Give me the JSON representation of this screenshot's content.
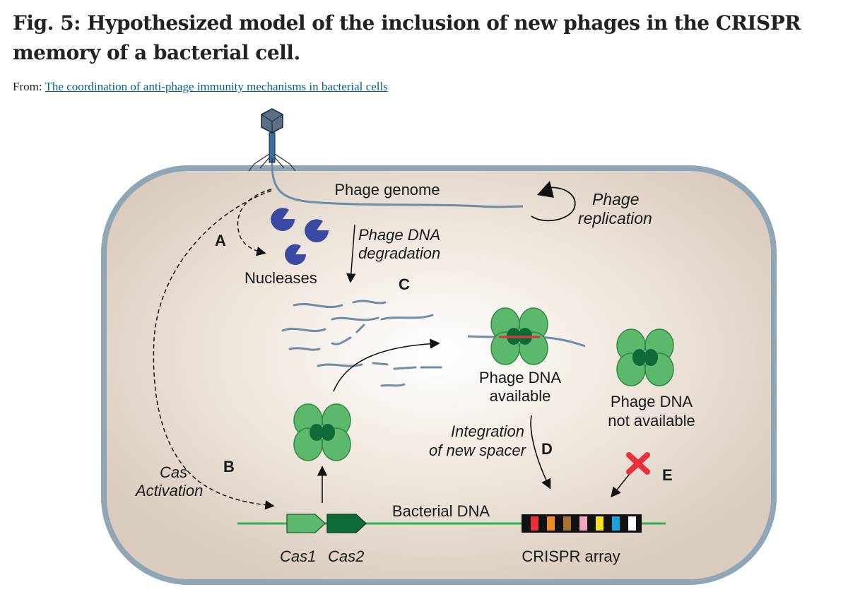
{
  "header": {
    "title": "Fig. 5: Hypothesized model of the inclusion of new phages in the CRISPR memory of a bacterial cell.",
    "source_prefix": "From: ",
    "source_link": "The coordination of anti-phage immunity mechanisms in bacterial cells"
  },
  "diagram": {
    "labels": {
      "phage_genome": "Phage genome",
      "phage_replication_1": "Phage",
      "phage_replication_2": "replication",
      "phage_dna_degradation_1": "Phage DNA",
      "phage_dna_degradation_2": "degradation",
      "nucleases": "Nucleases",
      "step_a": "A",
      "step_b": "B",
      "step_c": "C",
      "step_d": "D",
      "step_e": "E",
      "phage_dna_available_1": "Phage DNA",
      "phage_dna_available_2": "available",
      "phage_dna_not_available_1": "Phage DNA",
      "phage_dna_not_available_2": "not available",
      "integration_1": "Integration",
      "integration_2": "of new spacer",
      "cas_activation_1": "Cas",
      "cas_activation_2": "Activation",
      "bacterial_dna": "Bacterial DNA",
      "cas1": "Cas1",
      "cas2": "Cas2",
      "crispr_array": "CRISPR array"
    },
    "colors": {
      "cell_fill": "#e8ddd2",
      "cell_border": "#8fa7b5",
      "phage_dna": "#6f8ca8",
      "nuclease": "#3a4aa0",
      "cas_light": "#5cb86a",
      "cas_dark": "#0e6b38",
      "bacterial_dna": "#2fb34a",
      "reject_x": "#e8303a",
      "spacer_red": "#e8303a"
    }
  }
}
